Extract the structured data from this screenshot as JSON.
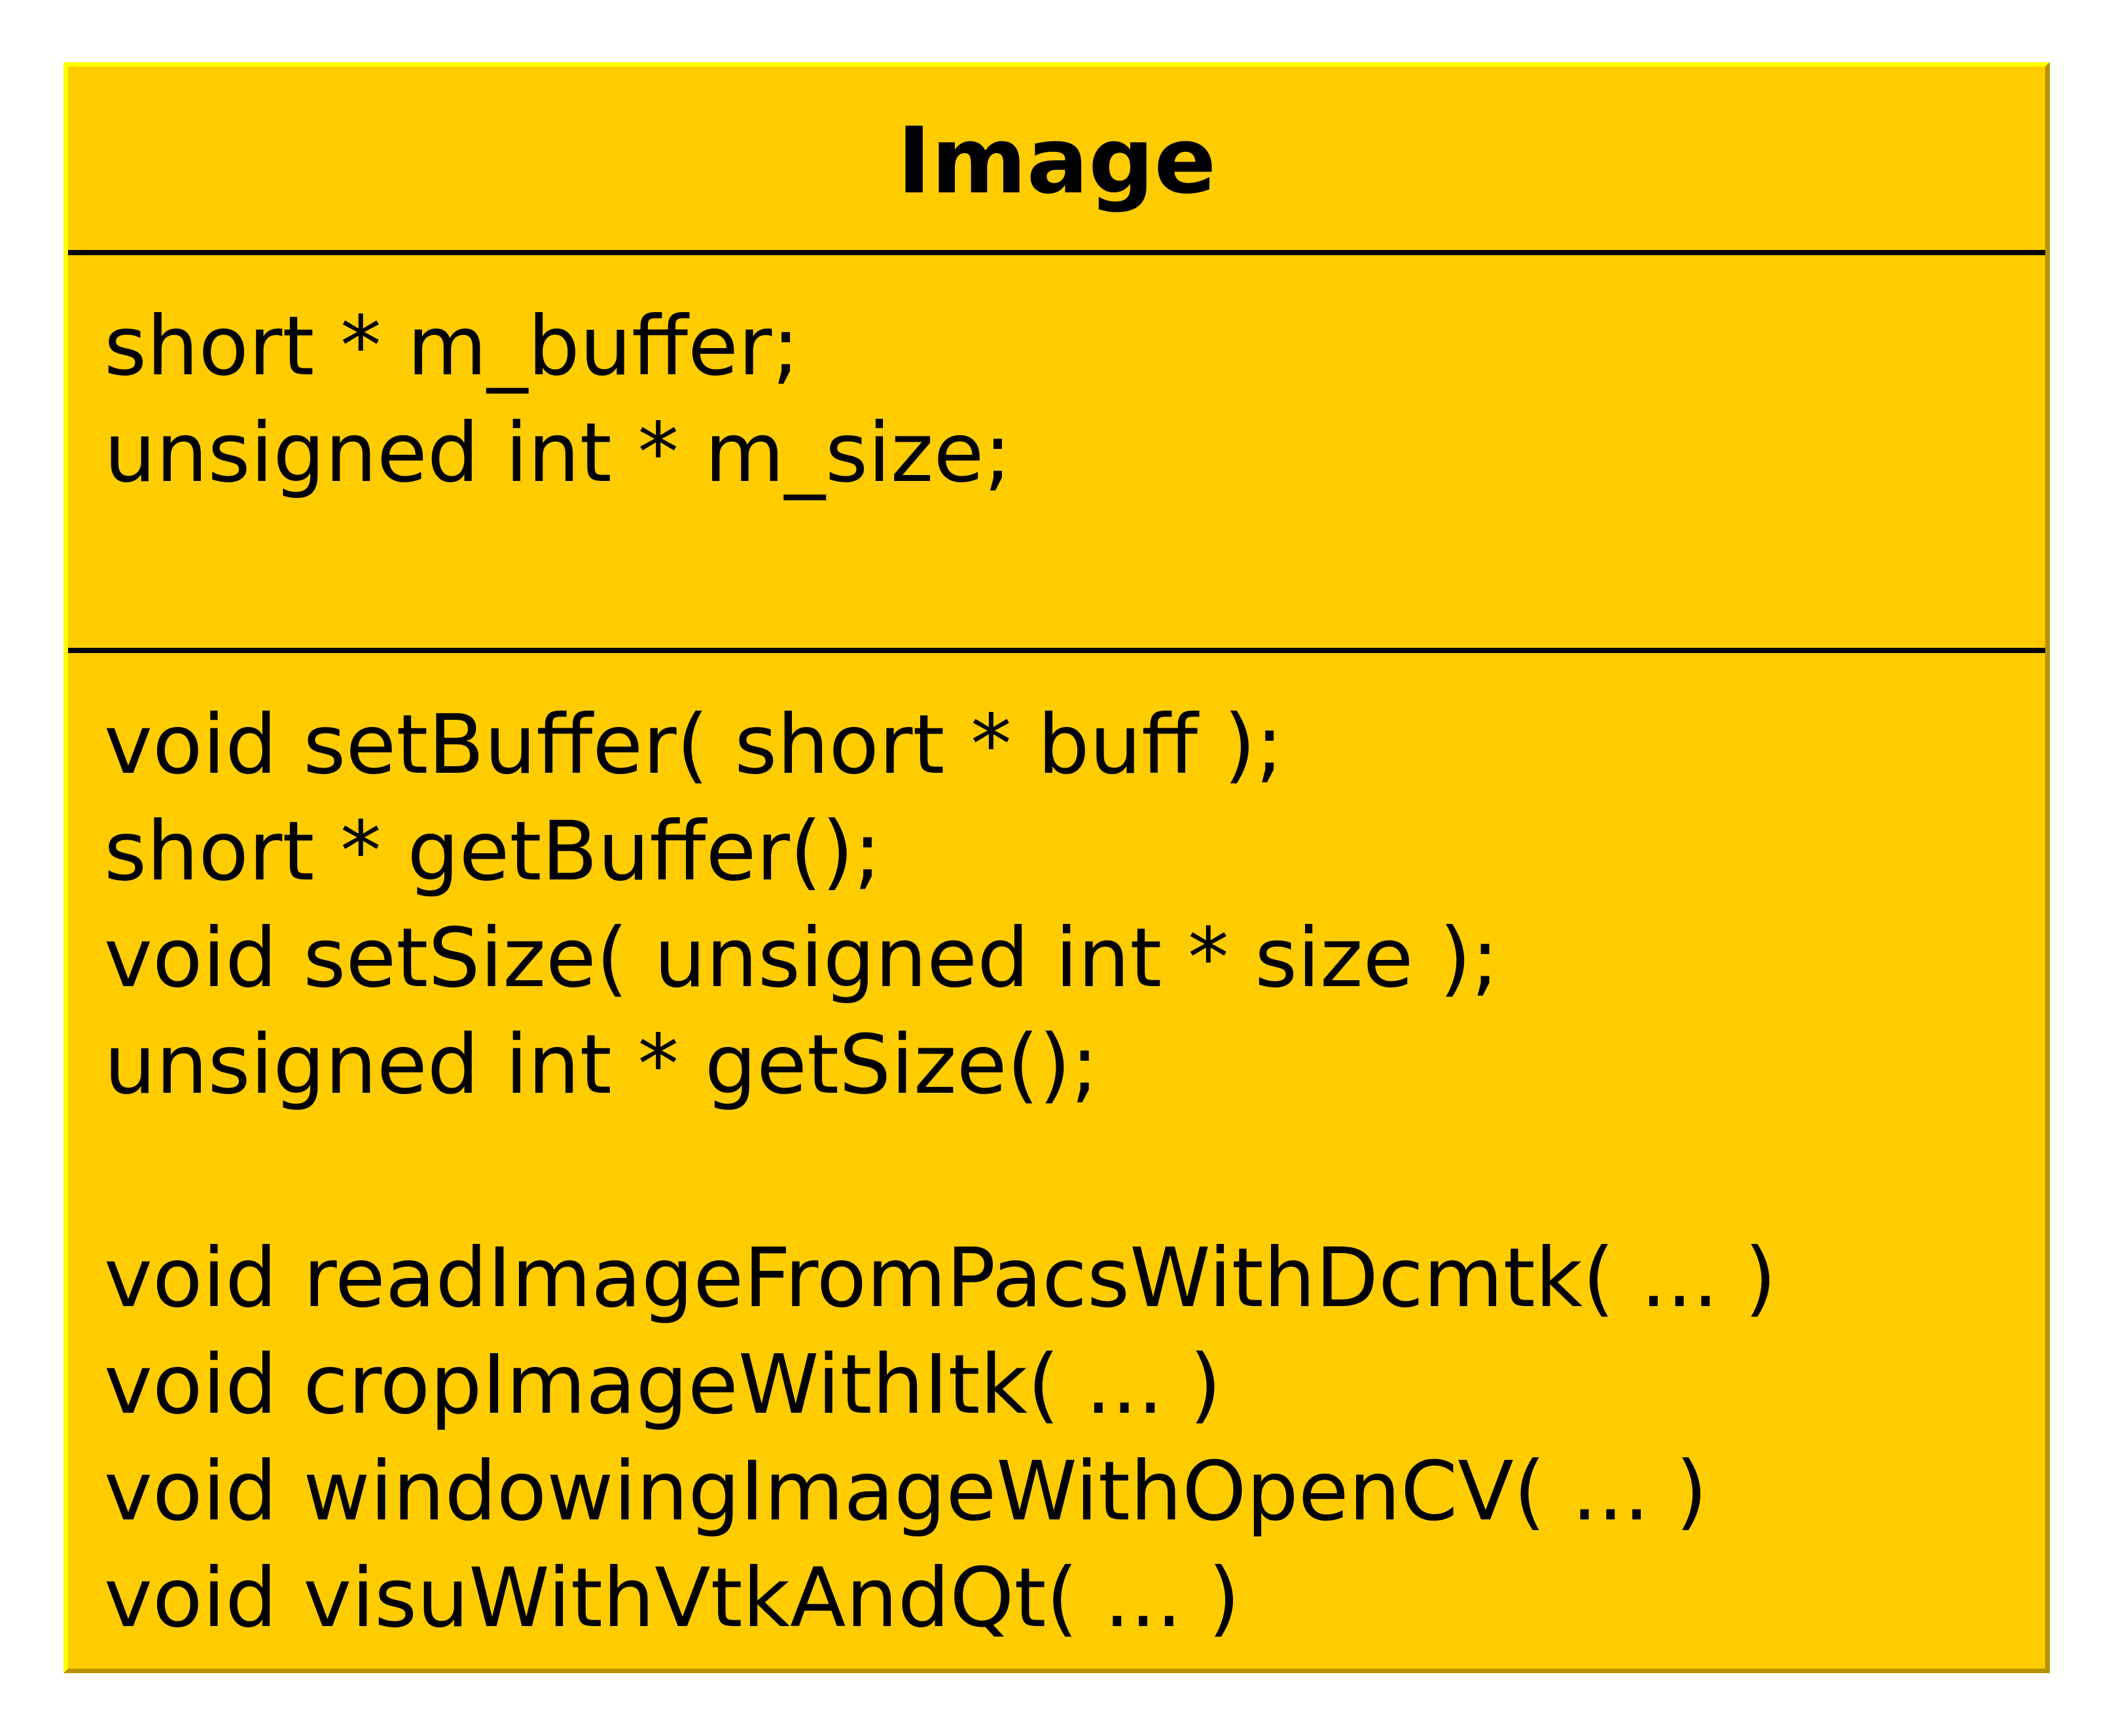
{
  "class_box": {
    "name": "Image",
    "attributes": [
      "short * m_buffer;",
      "unsigned int * m_size;"
    ],
    "operations_group_1": [
      "void setBuffer( short * buff );",
      "short * getBuffer();",
      "void setSize( unsigned int * size );",
      "unsigned int * getSize();"
    ],
    "operations_group_2": [
      "void readImageFromPacsWithDcmtk( ... )",
      "void cropImageWithItk( ... )",
      "void windowingImageWithOpenCV( ... )",
      "void visuWithVtkAndQt( ... )"
    ]
  },
  "colors": {
    "fill": "#ffcc00",
    "highlight_border": "#ffff00",
    "shadow_border": "#b89300",
    "text": "#000000"
  }
}
